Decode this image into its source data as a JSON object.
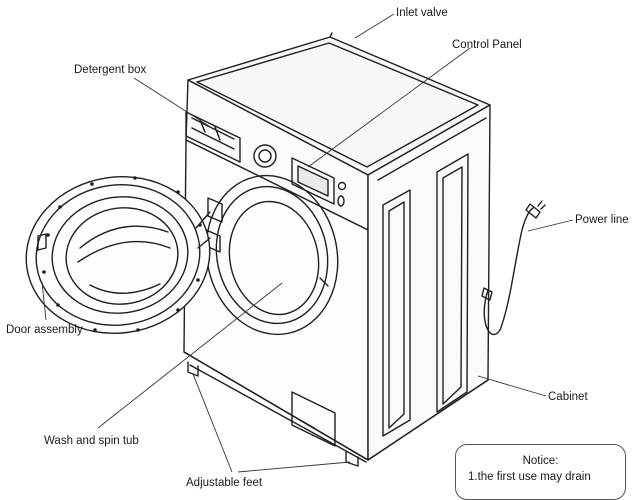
{
  "labels": {
    "inlet_valve": "Inlet valve",
    "control_panel": "Control  Panel",
    "detergent_box": "Detergent box",
    "power_line": "Power line",
    "door_assembly": "Door assembly",
    "cabinet": "Cabinet",
    "wash_and_spin_tub": "Wash and spin tub",
    "adjustable_feet": "Adjustable feet"
  },
  "notice": {
    "title": "Notice:",
    "line1": "1.the first use may drain"
  }
}
